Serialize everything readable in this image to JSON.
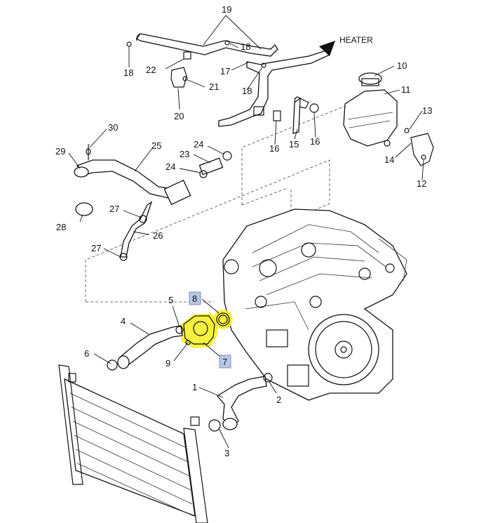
{
  "diagram": {
    "heater_label": "HEATER",
    "colors": {
      "highlight": "#f5ef1f",
      "callout_box": "#b8c8e6",
      "line": "#111111"
    },
    "callouts": [
      {
        "id": "c19",
        "text": "19"
      },
      {
        "id": "c18a",
        "text": "18"
      },
      {
        "id": "c18b",
        "text": "18"
      },
      {
        "id": "c18c",
        "text": "18"
      },
      {
        "id": "c17",
        "text": "17"
      },
      {
        "id": "c22",
        "text": "22"
      },
      {
        "id": "c21",
        "text": "21"
      },
      {
        "id": "c20",
        "text": "20"
      },
      {
        "id": "c10",
        "text": "10"
      },
      {
        "id": "c11",
        "text": "11"
      },
      {
        "id": "c13",
        "text": "13"
      },
      {
        "id": "c14",
        "text": "14"
      },
      {
        "id": "c12",
        "text": "12"
      },
      {
        "id": "c15",
        "text": "15"
      },
      {
        "id": "c16a",
        "text": "16"
      },
      {
        "id": "c16b",
        "text": "16"
      },
      {
        "id": "c30",
        "text": "30"
      },
      {
        "id": "c29",
        "text": "29"
      },
      {
        "id": "c25",
        "text": "25"
      },
      {
        "id": "c24a",
        "text": "24"
      },
      {
        "id": "c23",
        "text": "23"
      },
      {
        "id": "c24b",
        "text": "24"
      },
      {
        "id": "c27a",
        "text": "27"
      },
      {
        "id": "c28",
        "text": "28"
      },
      {
        "id": "c26",
        "text": "26"
      },
      {
        "id": "c27b",
        "text": "27"
      },
      {
        "id": "c5",
        "text": "5"
      },
      {
        "id": "c4",
        "text": "4"
      },
      {
        "id": "c8",
        "text": "8"
      },
      {
        "id": "c7",
        "text": "7"
      },
      {
        "id": "c9",
        "text": "9"
      },
      {
        "id": "c6",
        "text": "6"
      },
      {
        "id": "c1",
        "text": "1"
      },
      {
        "id": "c2",
        "text": "2"
      },
      {
        "id": "c3",
        "text": "3"
      }
    ]
  }
}
